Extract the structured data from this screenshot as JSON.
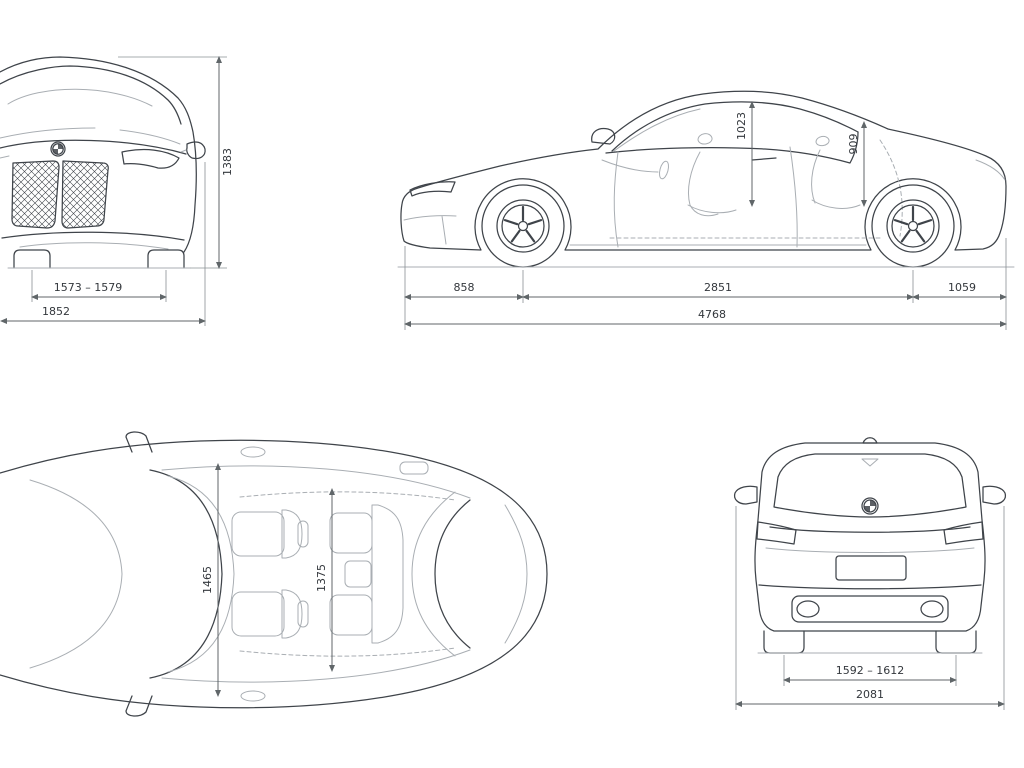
{
  "diagram_type": "car-dimensions-blueprint",
  "colors": {
    "line": "#3f444a",
    "light_line": "#a9aeb3",
    "dimension_line": "#606669",
    "text": "#33373c",
    "background": "#ffffff"
  },
  "icons": {
    "brand_badge_front": "bmw-roundel",
    "brand_badge_rear": "bmw-roundel"
  },
  "dims": {
    "front": {
      "height": "1383",
      "track": "1573 – 1579",
      "width": "1852"
    },
    "side": {
      "headroom_front": "1023",
      "headroom_rear": "909",
      "overhang_front": "858",
      "wheelbase": "2851",
      "overhang_rear": "1059",
      "length": "4768"
    },
    "top": {
      "interior_width_front": "1465",
      "interior_width_rear": "1375"
    },
    "rear": {
      "track": "1592 – 1612",
      "width": "2081"
    }
  }
}
